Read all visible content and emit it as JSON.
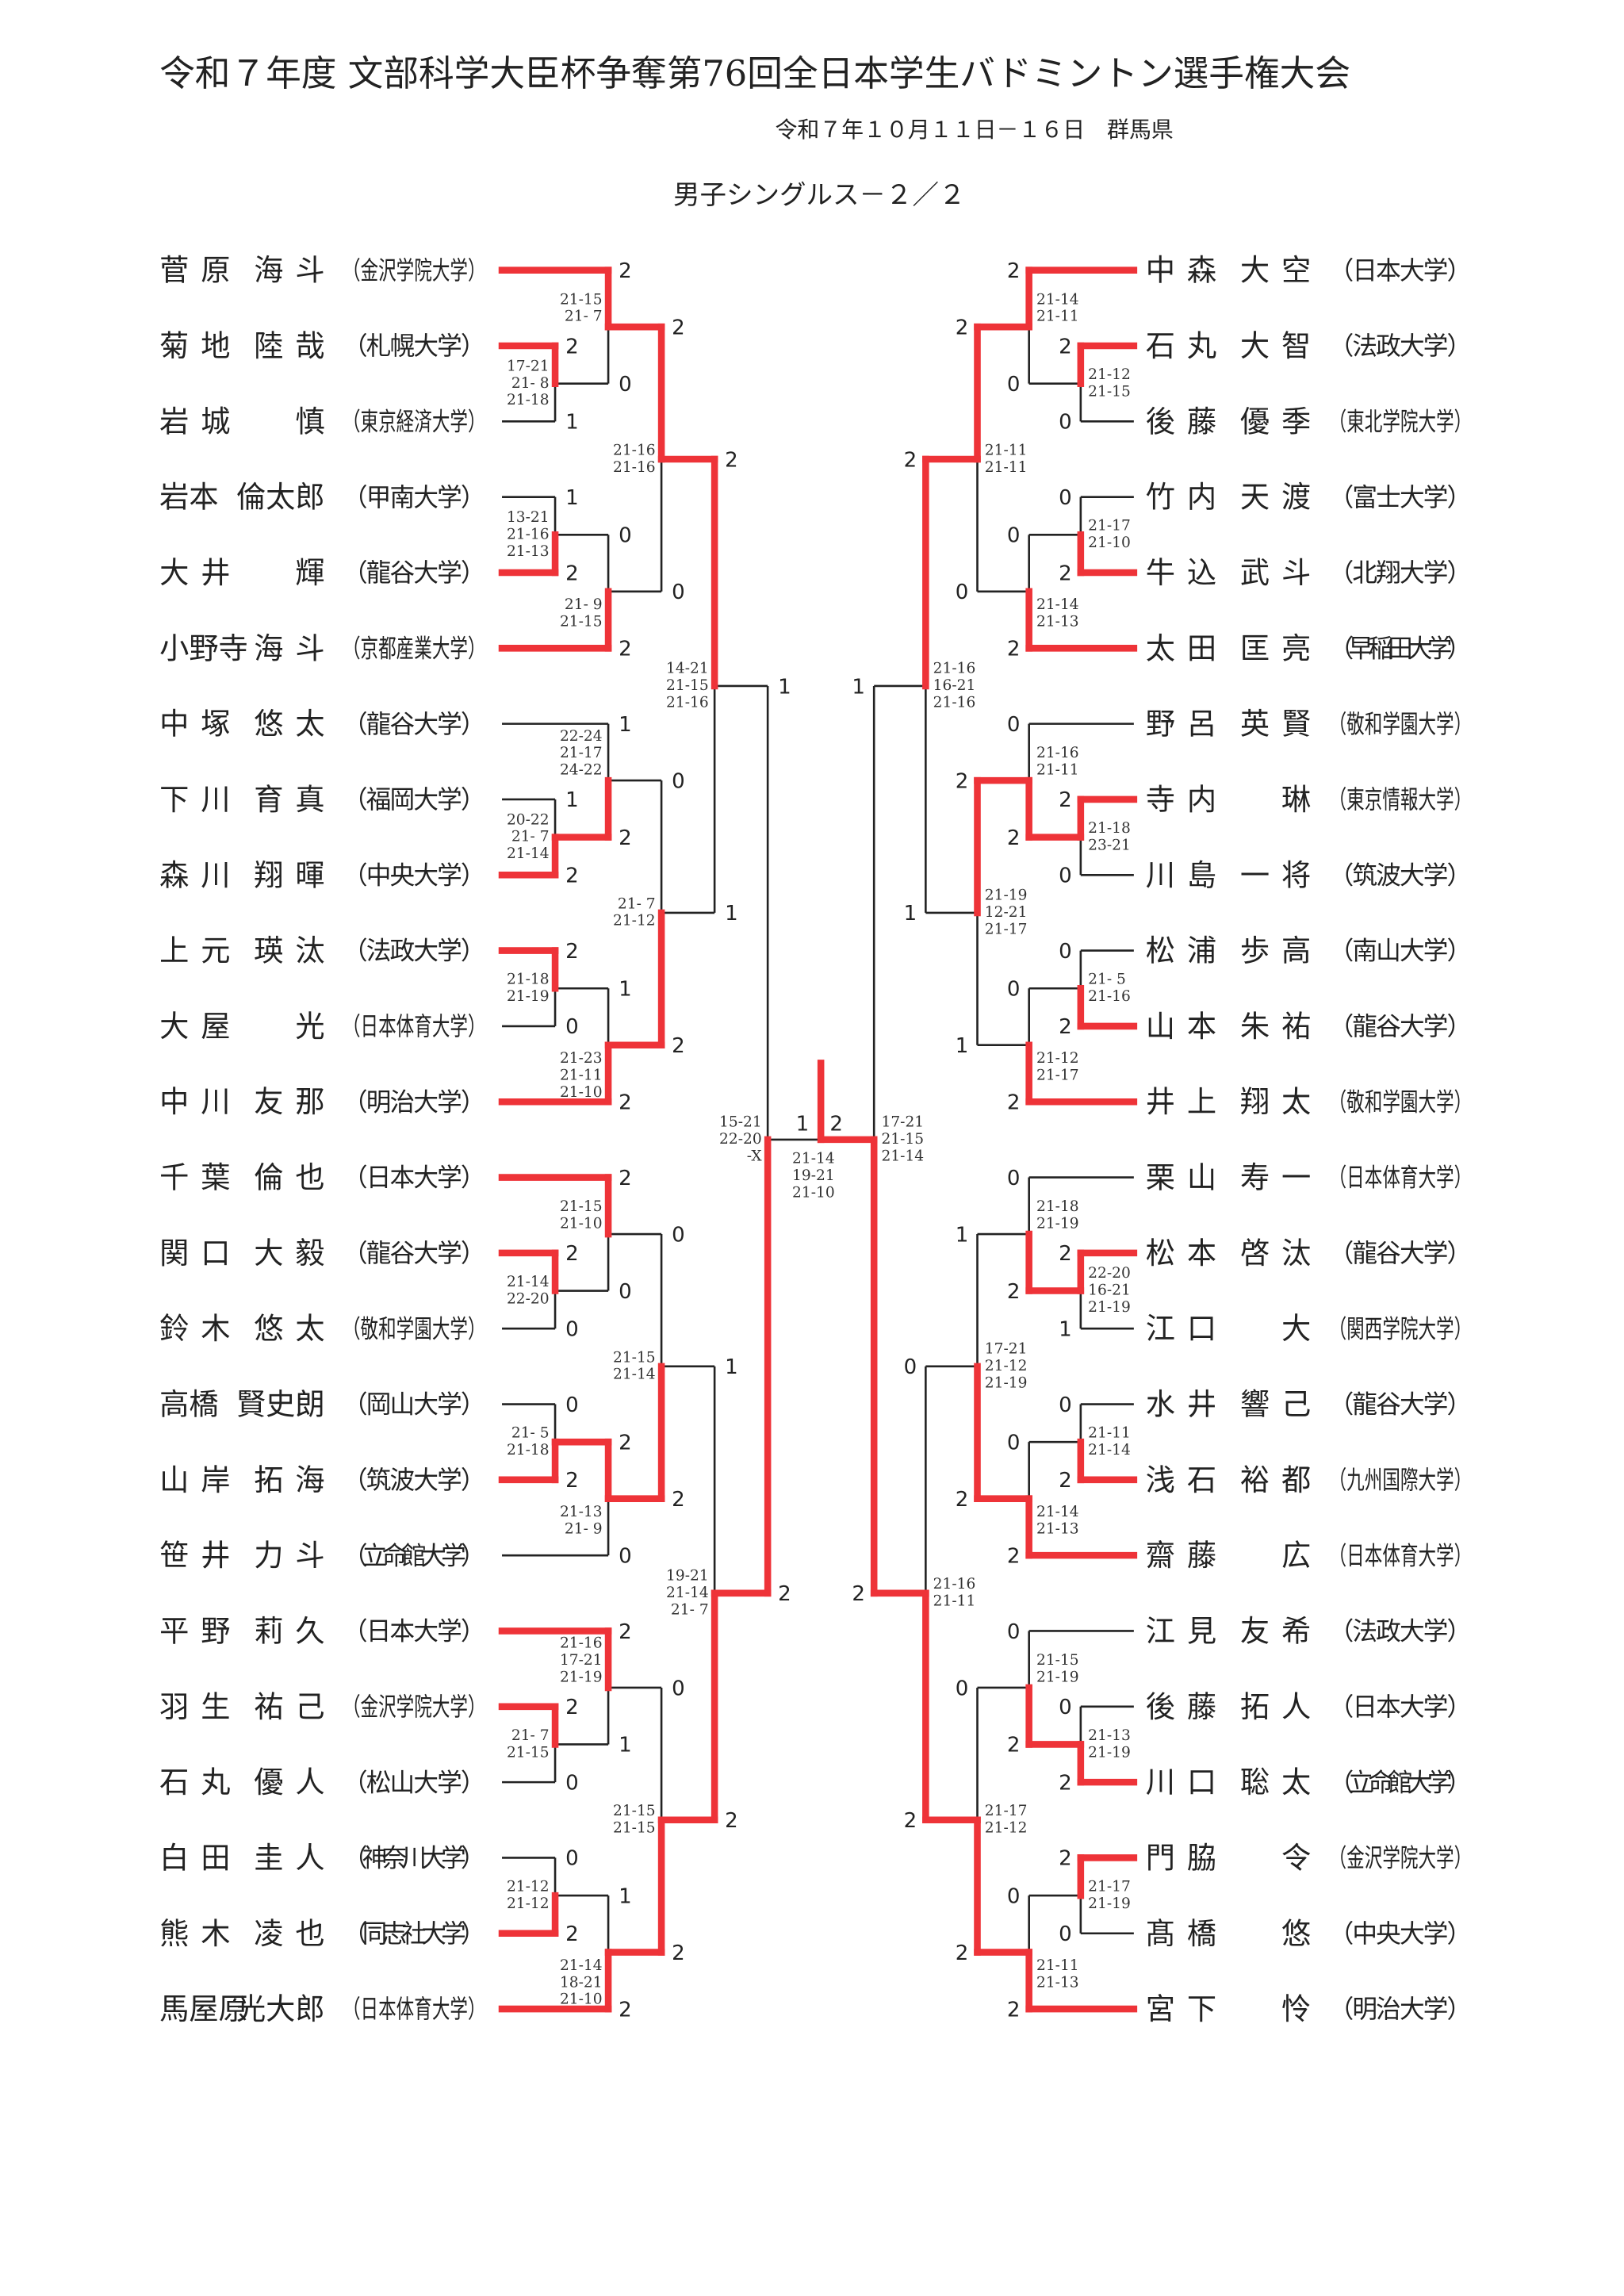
{
  "header": {
    "title": "令和７年度 文部科学大臣杯争奪第76回全日本学生バドミントン選手権大会",
    "date_venue": "令和７年１０月１１日－１６日　群馬県",
    "event": "男子シングルス－２／２"
  },
  "colors": {
    "win": "#ee3338",
    "line": "#222222"
  },
  "left": {
    "players": [
      {
        "family": "菅原",
        "given": "海斗",
        "school": "（金沢学院大学）"
      },
      {
        "family": "菊地",
        "given": "陸哉",
        "school": "（札幌大学）"
      },
      {
        "family": "岩城",
        "given": "慎",
        "school": "（東京経済大学）"
      },
      {
        "family": "岩本",
        "given": "倫太郎",
        "school": "（甲南大学）"
      },
      {
        "family": "大井",
        "given": "輝",
        "school": "（龍谷大学）"
      },
      {
        "family": "小野寺",
        "given": "海斗",
        "school": "（京都産業大学）"
      },
      {
        "family": "中塚",
        "given": "悠太",
        "school": "（龍谷大学）"
      },
      {
        "family": "下川",
        "given": "育真",
        "school": "（福岡大学）"
      },
      {
        "family": "森川",
        "given": "翔暉",
        "school": "（中央大学）"
      },
      {
        "family": "上元",
        "given": "瑛汰",
        "school": "（法政大学）"
      },
      {
        "family": "大屋",
        "given": "光",
        "school": "（日本体育大学）"
      },
      {
        "family": "中川",
        "given": "友那",
        "school": "（明治大学）"
      },
      {
        "family": "千葉",
        "given": "倫也",
        "school": "（日本大学）"
      },
      {
        "family": "関口",
        "given": "大毅",
        "school": "（龍谷大学）"
      },
      {
        "family": "鈴木",
        "given": "悠太",
        "school": "（敬和学園大学）"
      },
      {
        "family": "高橋",
        "given": "賢史朗",
        "school": "（岡山大学）"
      },
      {
        "family": "山岸",
        "given": "拓海",
        "school": "（筑波大学）"
      },
      {
        "family": "笹井",
        "given": "力斗",
        "school": "（立命館大学）"
      },
      {
        "family": "平野",
        "given": "莉久",
        "school": "（日本大学）"
      },
      {
        "family": "羽生",
        "given": "祐己",
        "school": "（金沢学院大学）"
      },
      {
        "family": "石丸",
        "given": "優人",
        "school": "（松山大学）"
      },
      {
        "family": "白田",
        "given": "圭人",
        "school": "（神奈川大学）"
      },
      {
        "family": "熊木",
        "given": "凌也",
        "school": "（同志社大学）"
      },
      {
        "family": "馬屋原",
        "given": "光大郎",
        "school": "（日本体育大学）"
      }
    ],
    "rounds": [
      [
        {
          "s": [
            2,
            1
          ],
          "g": [
            "17-21",
            "21- 8",
            "21-18"
          ]
        },
        {
          "s": [
            1,
            2
          ],
          "g": [
            "13-21",
            "21-16",
            "21-13"
          ]
        },
        {
          "s": [
            1,
            2
          ],
          "g": [
            "20-22",
            "21- 7",
            "21-14"
          ]
        },
        {
          "s": [
            2,
            0
          ],
          "g": [
            "21-18",
            "21-19"
          ]
        },
        {
          "s": [
            2,
            0
          ],
          "g": [
            "21-14",
            "22-20"
          ]
        },
        {
          "s": [
            0,
            2
          ],
          "g": [
            "21- 5",
            "21-18"
          ]
        },
        {
          "s": [
            2,
            0
          ],
          "g": [
            "21- 7",
            "21-15"
          ]
        },
        {
          "s": [
            0,
            2
          ],
          "g": [
            "21-12",
            "21-12"
          ]
        }
      ],
      [
        {
          "s": [
            2,
            0
          ],
          "g": [
            "21-15",
            "21- 7"
          ]
        },
        {
          "s": [
            0,
            2
          ],
          "g": [
            "21- 9",
            "21-15"
          ]
        },
        {
          "s": [
            1,
            2
          ],
          "g": [
            "22-24",
            "21-17",
            "24-22"
          ]
        },
        {
          "s": [
            1,
            2
          ],
          "g": [
            "21-23",
            "21-11",
            "21-10"
          ]
        },
        {
          "s": [
            2,
            0
          ],
          "g": [
            "21-15",
            "21-10"
          ]
        },
        {
          "s": [
            2,
            0
          ],
          "g": [
            "21-13",
            "21- 9"
          ]
        },
        {
          "s": [
            2,
            1
          ],
          "g": [
            "21-16",
            "17-21",
            "21-19"
          ]
        },
        {
          "s": [
            1,
            2
          ],
          "g": [
            "21-14",
            "18-21",
            "21-10"
          ]
        }
      ],
      [
        {
          "s": [
            2,
            0
          ],
          "g": [
            "21-16",
            "21-16"
          ]
        },
        {
          "s": [
            0,
            2
          ],
          "g": [
            "21- 7",
            "21-12"
          ]
        },
        {
          "s": [
            0,
            2
          ],
          "g": [
            "21-15",
            "21-14"
          ]
        },
        {
          "s": [
            0,
            2
          ],
          "g": [
            "21-15",
            "21-15"
          ]
        }
      ],
      [
        {
          "s": [
            2,
            1
          ],
          "g": [
            "14-21",
            "21-15",
            "21-16"
          ]
        },
        {
          "s": [
            1,
            2
          ],
          "g": [
            "19-21",
            "21-14",
            "21- 7"
          ]
        }
      ],
      [
        {
          "s": [
            1,
            2
          ],
          "g": [
            "15-21",
            "22-20",
            "-X"
          ]
        }
      ]
    ]
  },
  "right": {
    "players": [
      {
        "family": "中森",
        "given": "大空",
        "school": "（日本大学）"
      },
      {
        "family": "石丸",
        "given": "大智",
        "school": "（法政大学）"
      },
      {
        "family": "後藤",
        "given": "優季",
        "school": "（東北学院大学）"
      },
      {
        "family": "竹内",
        "given": "天渡",
        "school": "（富士大学）"
      },
      {
        "family": "牛込",
        "given": "武斗",
        "school": "（北翔大学）"
      },
      {
        "family": "太田",
        "given": "匡亮",
        "school": "（早稲田大学）"
      },
      {
        "family": "野呂",
        "given": "英賢",
        "school": "（敬和学園大学）"
      },
      {
        "family": "寺内",
        "given": "琳",
        "school": "（東京情報大学）"
      },
      {
        "family": "川島",
        "given": "一将",
        "school": "（筑波大学）"
      },
      {
        "family": "松浦",
        "given": "歩高",
        "school": "（南山大学）"
      },
      {
        "family": "山本",
        "given": "朱祐",
        "school": "（龍谷大学）"
      },
      {
        "family": "井上",
        "given": "翔太",
        "school": "（敬和学園大学）"
      },
      {
        "family": "栗山",
        "given": "寿一",
        "school": "（日本体育大学）"
      },
      {
        "family": "松本",
        "given": "啓汰",
        "school": "（龍谷大学）"
      },
      {
        "family": "江口",
        "given": "大",
        "school": "（関西学院大学）"
      },
      {
        "family": "水井",
        "given": "響己",
        "school": "（龍谷大学）"
      },
      {
        "family": "浅石",
        "given": "裕都",
        "school": "（九州国際大学）"
      },
      {
        "family": "齋藤",
        "given": "広",
        "school": "（日本体育大学）"
      },
      {
        "family": "江見",
        "given": "友希",
        "school": "（法政大学）"
      },
      {
        "family": "後藤",
        "given": "拓人",
        "school": "（日本大学）"
      },
      {
        "family": "川口",
        "given": "聡太",
        "school": "（立命館大学）"
      },
      {
        "family": "門脇",
        "given": "令",
        "school": "（金沢学院大学）"
      },
      {
        "family": "髙橋",
        "given": "悠",
        "school": "（中央大学）"
      },
      {
        "family": "宮下",
        "given": "怜",
        "school": "（明治大学）"
      }
    ],
    "rounds": [
      [
        {
          "s": [
            2,
            0
          ],
          "g": [
            "21-12",
            "21-15"
          ]
        },
        {
          "s": [
            0,
            2
          ],
          "g": [
            "21-17",
            "21-10"
          ]
        },
        {
          "s": [
            2,
            0
          ],
          "g": [
            "21-18",
            "23-21"
          ]
        },
        {
          "s": [
            0,
            2
          ],
          "g": [
            "21- 5",
            "21-16"
          ]
        },
        {
          "s": [
            2,
            1
          ],
          "g": [
            "22-20",
            "16-21",
            "21-19"
          ]
        },
        {
          "s": [
            0,
            2
          ],
          "g": [
            "21-11",
            "21-14"
          ]
        },
        {
          "s": [
            0,
            2
          ],
          "g": [
            "21-13",
            "21-19"
          ]
        },
        {
          "s": [
            2,
            0
          ],
          "g": [
            "21-17",
            "21-19"
          ]
        }
      ],
      [
        {
          "s": [
            2,
            0
          ],
          "g": [
            "21-14",
            "21-11"
          ]
        },
        {
          "s": [
            0,
            2
          ],
          "g": [
            "21-14",
            "21-13"
          ]
        },
        {
          "s": [
            0,
            2
          ],
          "g": [
            "21-16",
            "21-11"
          ]
        },
        {
          "s": [
            0,
            2
          ],
          "g": [
            "21-12",
            "21-17"
          ]
        },
        {
          "s": [
            0,
            2
          ],
          "g": [
            "21-18",
            "21-19"
          ]
        },
        {
          "s": [
            0,
            2
          ],
          "g": [
            "21-14",
            "21-13"
          ]
        },
        {
          "s": [
            0,
            2
          ],
          "g": [
            "21-15",
            "21-19"
          ]
        },
        {
          "s": [
            0,
            2
          ],
          "g": [
            "21-11",
            "21-13"
          ]
        }
      ],
      [
        {
          "s": [
            2,
            0
          ],
          "g": [
            "21-11",
            "21-11"
          ]
        },
        {
          "s": [
            2,
            1
          ],
          "g": [
            "21-19",
            "12-21",
            "21-17"
          ]
        },
        {
          "s": [
            1,
            2
          ],
          "g": [
            "17-21",
            "21-12",
            "21-19"
          ]
        },
        {
          "s": [
            0,
            2
          ],
          "g": [
            "21-17",
            "21-12"
          ]
        }
      ],
      [
        {
          "s": [
            2,
            1
          ],
          "g": [
            "21-16",
            "16-21",
            "21-16"
          ]
        },
        {
          "s": [
            0,
            2
          ],
          "g": [
            "21-16",
            "21-11"
          ]
        }
      ],
      [
        {
          "s": [
            1,
            2
          ],
          "g": [
            "17-21",
            "21-15",
            "21-14"
          ]
        }
      ]
    ]
  },
  "final": {
    "s": [
      1,
      2
    ],
    "g": [
      "21-14",
      "19-21",
      "21-10"
    ]
  }
}
